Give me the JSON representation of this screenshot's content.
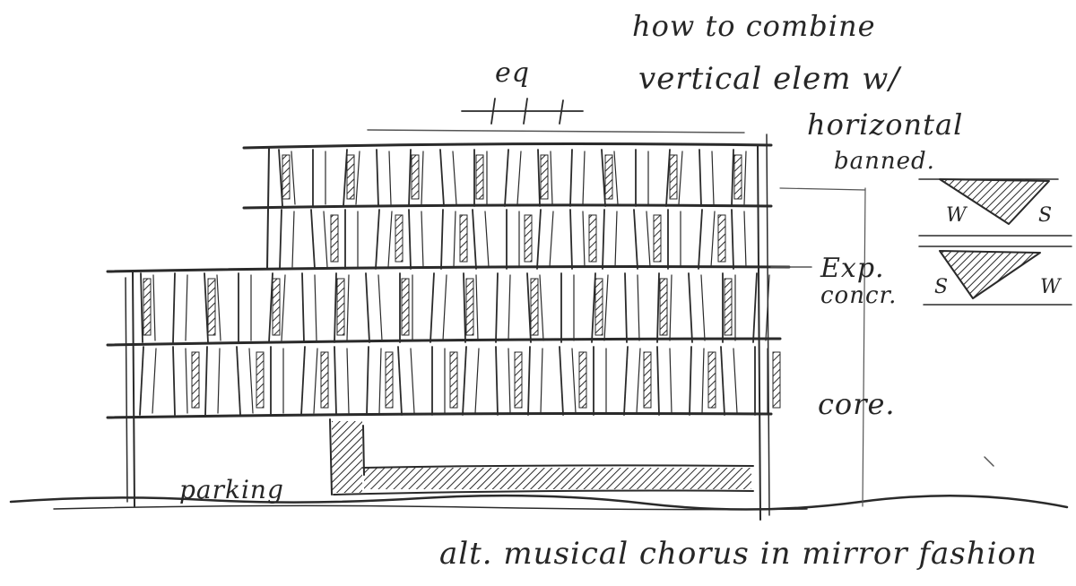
{
  "notes": {
    "title_line1": "how to combine",
    "title_line2": "vertical elem w/",
    "title_line3": "horizontal",
    "title_line4": "banned.",
    "dimension_label": "eq",
    "material_label_line1": "Exp.",
    "material_label_line2": "concr.",
    "core_label": "core.",
    "parking_label": "parking",
    "bottom_caption": "alt. musical chorus in mirror fashion",
    "section_top_west": "W",
    "section_top_south": "S",
    "section_bottom_south": "S",
    "section_bottom_west": "W"
  },
  "colors": {
    "ink": "#2a2a2a",
    "paper": "#ffffff"
  }
}
